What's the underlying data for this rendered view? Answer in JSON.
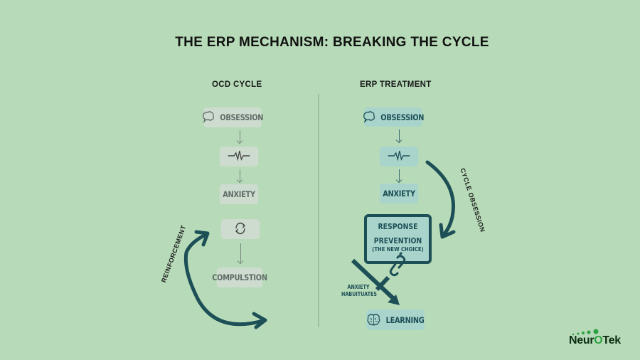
{
  "title": "THE ERP MECHANISM: BREAKING THE CYCLE",
  "colors": {
    "background": "#b7dbb8",
    "accent_dark_teal": "#1d4f57",
    "left_node_fill": "#cddccf",
    "right_node_fill": "#a9d4cb",
    "logo_green": "#2ea043"
  },
  "left": {
    "heading": "OCD CYCLE",
    "nodes": [
      {
        "label": "OBSESSION",
        "icon": "speech-bubble-icon"
      },
      {
        "label": "",
        "icon": "heartbeat-icon"
      },
      {
        "label": "ANXIETY",
        "icon": ""
      },
      {
        "label": "",
        "icon": "cycle-arrows-icon"
      },
      {
        "label": "COMPULSTION",
        "icon": ""
      }
    ],
    "loop_label": "REINFORCEMENT"
  },
  "right": {
    "heading": "ERP TREATMENT",
    "nodes": [
      {
        "label": "OBSESSION",
        "icon": "speech-bubble-icon"
      },
      {
        "label": "",
        "icon": "heartbeat-icon"
      },
      {
        "label": "ANXIETY",
        "icon": ""
      }
    ],
    "response_prevention": {
      "line1": "RESPONSE",
      "line2": "PREVENTION",
      "line3": "(THE NEW CHOICE)",
      "icon": "broken-chain-icon"
    },
    "cycle_label": "CYCLE OBSESSION",
    "habituation_label_1": "ANXIETY",
    "habituation_label_2": "HABUITUATES",
    "outcome": {
      "label": "LEARNING",
      "icon": "brain-icon"
    }
  },
  "logo": {
    "part1": "Neur",
    "part2": "O",
    "part3": "Tek"
  }
}
